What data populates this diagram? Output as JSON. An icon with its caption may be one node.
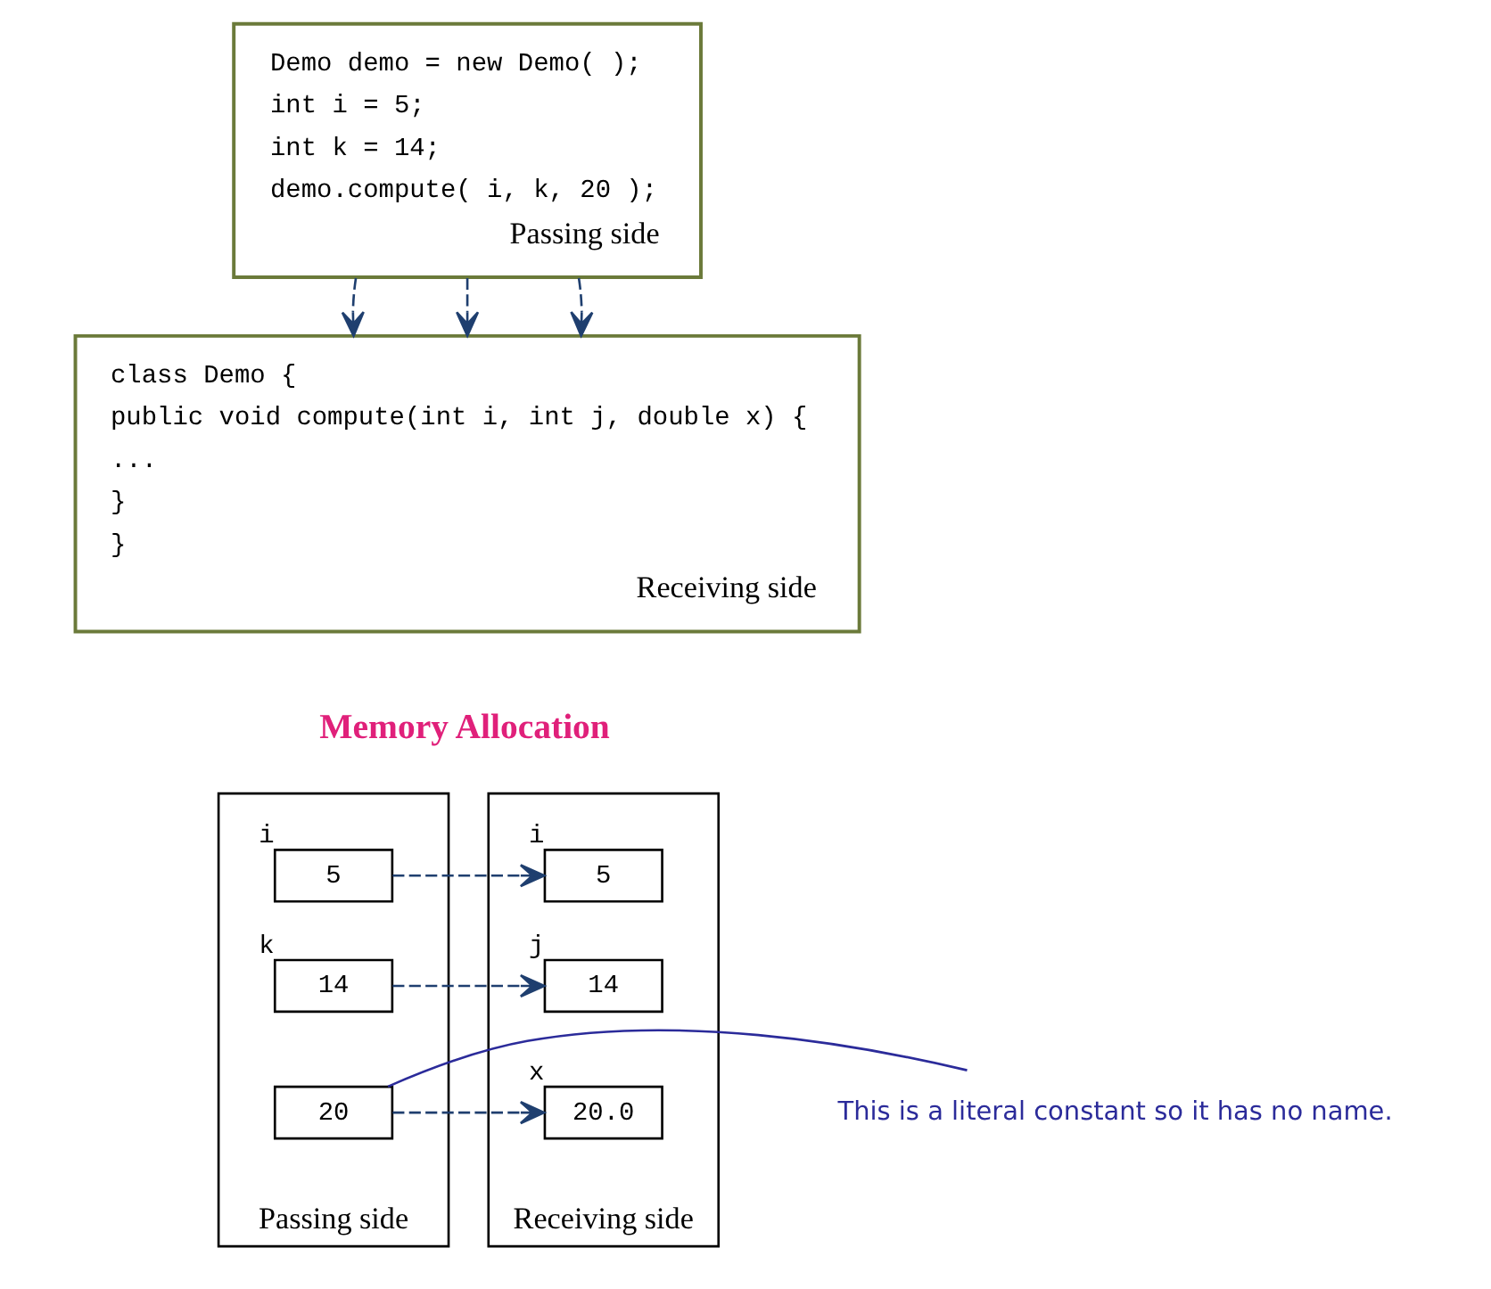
{
  "diagram": {
    "nodes": [
      {
        "text": [
          "Demo demo = new Demo( );",
          "int i = 5;",
          "int k = 14;",
          "demo.compute( i, k, 20 );",
          "Passing side"
        ]
      },
      {
        "text": [
          "class Demo {",
          "public void compute(int i, int j, double x) {",
          "...",
          "}",
          "}",
          "Receiving side"
        ]
      },
      {
        "text": [],
        "shape": "box",
        "beside": [
          "Passing side"
        ]
      },
      {
        "text": [
          "5"
        ],
        "in": 2,
        "beside": [
          "i"
        ]
      },
      {
        "text": [
          "14"
        ],
        "in": 2,
        "beside": [
          "k"
        ]
      },
      {
        "text": [
          "20"
        ],
        "in": 2
      },
      {
        "text": [],
        "shape": "box",
        "beside": [
          "Receiving side"
        ]
      },
      {
        "text": [
          "5"
        ],
        "in": 6,
        "beside": [
          "i"
        ]
      },
      {
        "text": [
          "14"
        ],
        "in": 6,
        "beside": [
          "j"
        ]
      },
      {
        "text": [
          "20.0"
        ],
        "in": 6,
        "beside": [
          "x"
        ]
      },
      {
        "text": [
          "This is a literal constant so it has no name."
        ]
      }
    ],
    "edges": [
      {
        "from": 0,
        "to": 1,
        "arrow": "to",
        "style": "dashed"
      },
      {
        "from": 0,
        "to": 1,
        "arrow": "to",
        "style": "dashed"
      },
      {
        "from": 0,
        "to": 1,
        "arrow": "to",
        "style": "dashed"
      },
      {
        "from": 3,
        "to": 7,
        "arrow": "to",
        "style": "dashed"
      },
      {
        "from": 4,
        "to": 8,
        "arrow": "to",
        "style": "dashed"
      },
      {
        "from": 5,
        "to": 9,
        "arrow": "to",
        "style": "dashed"
      },
      {
        "from": 10,
        "to": 5,
        "arrow": "none",
        "color": "#2b2b9a"
      }
    ],
    "labels": [
      "Memory Allocation"
    ]
  }
}
